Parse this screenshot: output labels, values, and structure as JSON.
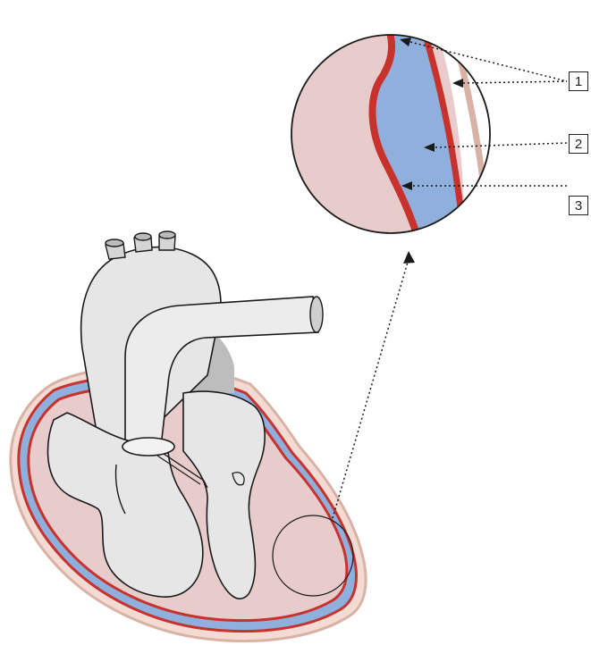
{
  "labels": {
    "one": "1",
    "two": "2",
    "three": "3"
  },
  "colors": {
    "pericardium_outer": "#d9b2a6",
    "epicardium_red": "#c8322d",
    "pericardial_cavity_blue": "#8fafdc",
    "myocardium_pink": "#e8cccc",
    "vessel_gray": "#e6e6e6",
    "outline": "#1a1a1a"
  }
}
